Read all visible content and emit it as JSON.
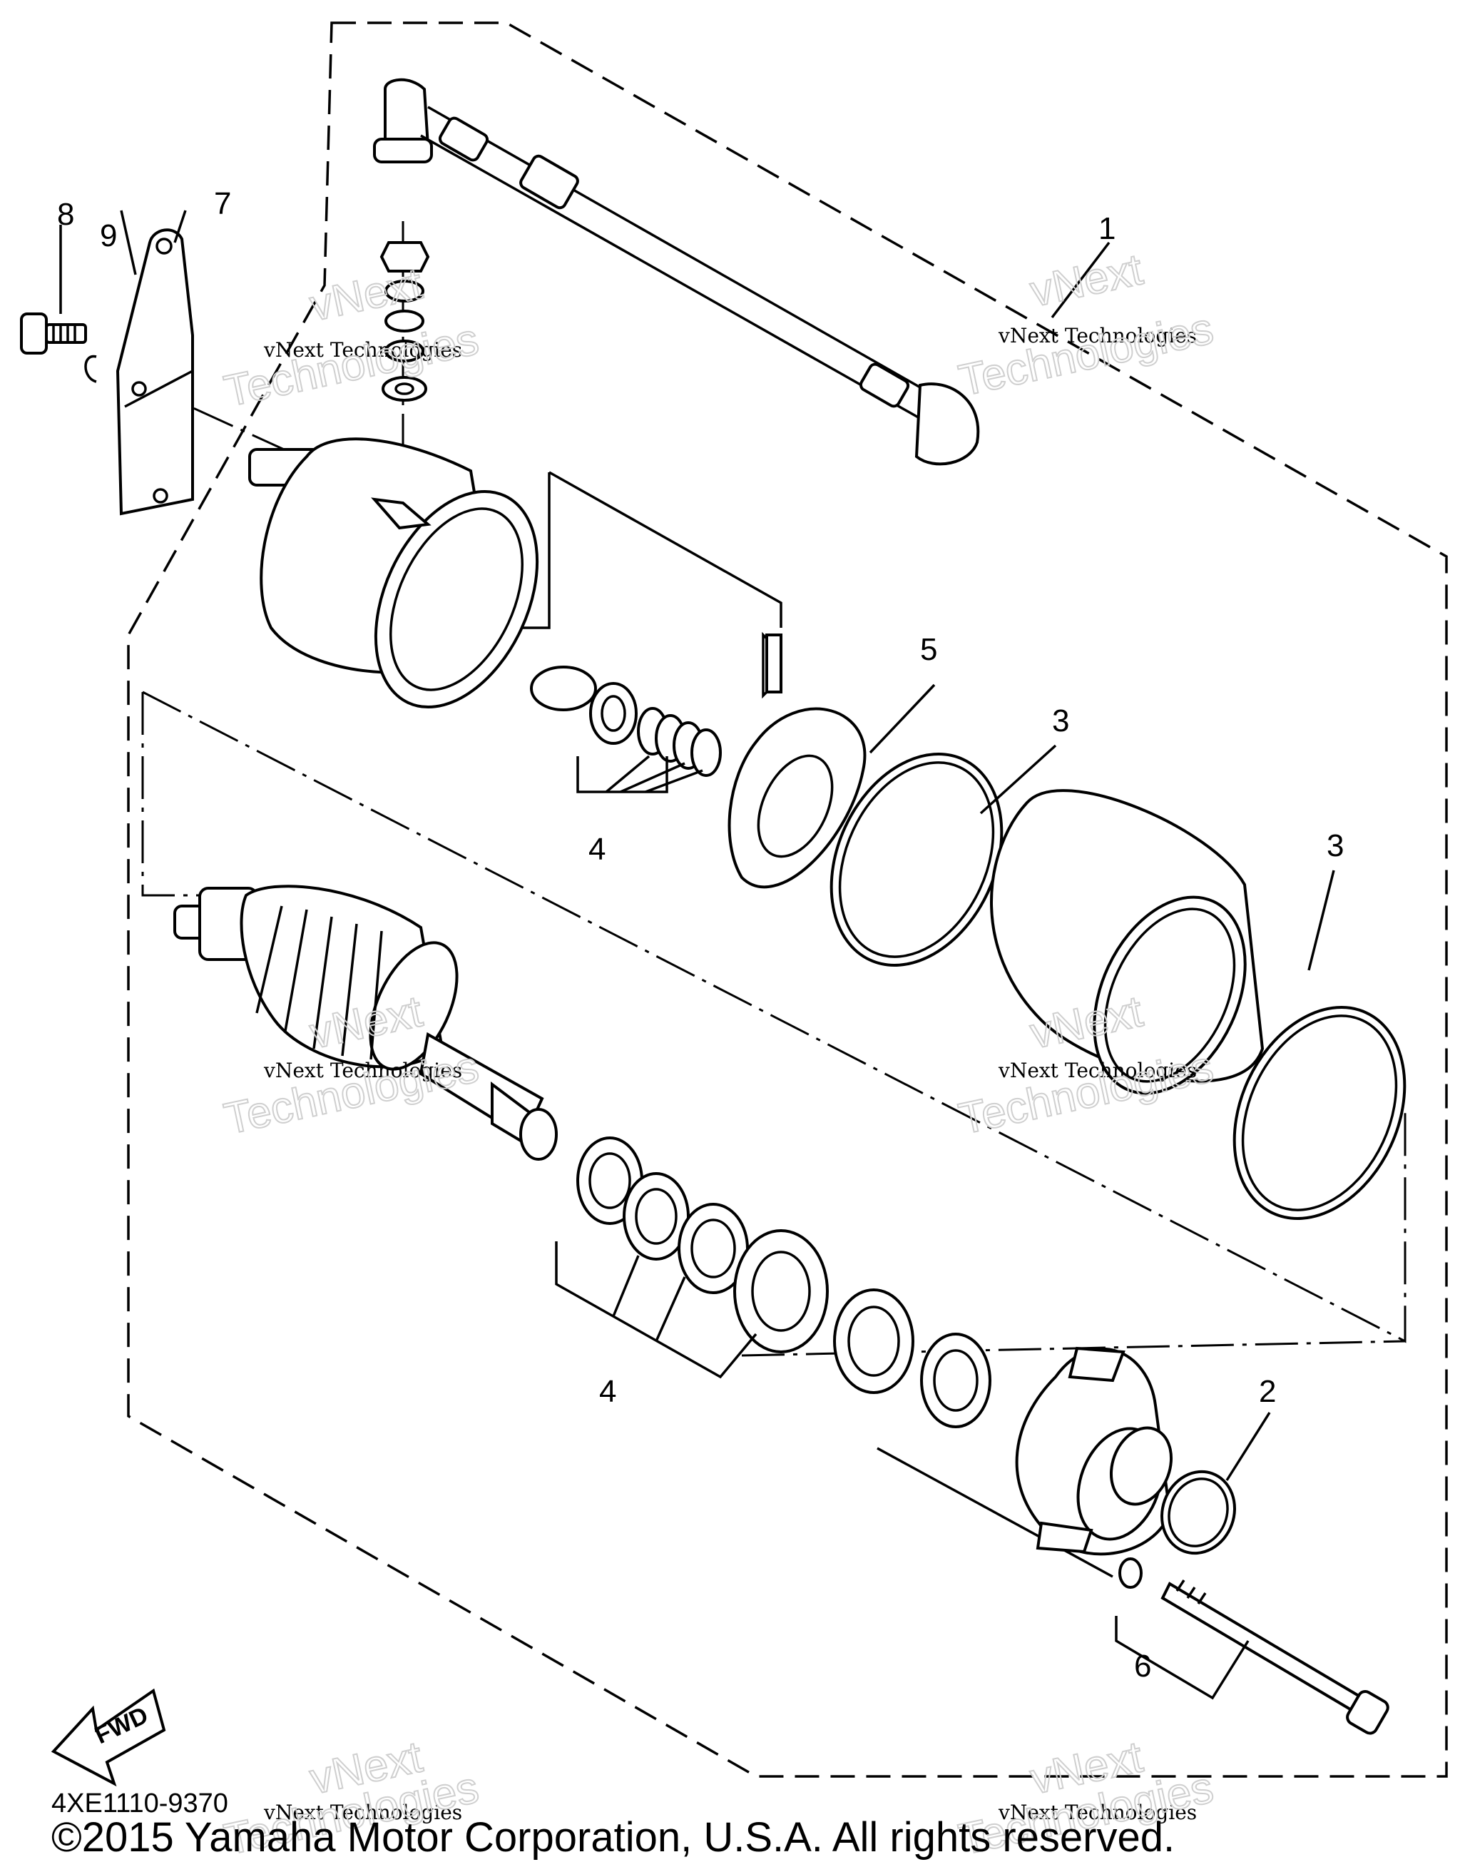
{
  "diagram": {
    "callouts": [
      {
        "id": "1",
        "label": "1"
      },
      {
        "id": "2",
        "label": "2"
      },
      {
        "id": "3a",
        "label": "3"
      },
      {
        "id": "3b",
        "label": "3"
      },
      {
        "id": "4a",
        "label": "4"
      },
      {
        "id": "4b",
        "label": "4"
      },
      {
        "id": "5",
        "label": "5"
      },
      {
        "id": "6",
        "label": "6"
      },
      {
        "id": "7",
        "label": "7"
      },
      {
        "id": "8",
        "label": "8"
      },
      {
        "id": "9",
        "label": "9"
      }
    ],
    "fwd_label": "FWD",
    "drawing_code": "4XE1110-9370",
    "copyright": "©2015 Yamaha Motor Corporation, U.S.A. All rights reserved.",
    "watermark_small": "vNext Technologies",
    "watermark_big_1": "vNext",
    "watermark_big_2": "Technologies"
  }
}
